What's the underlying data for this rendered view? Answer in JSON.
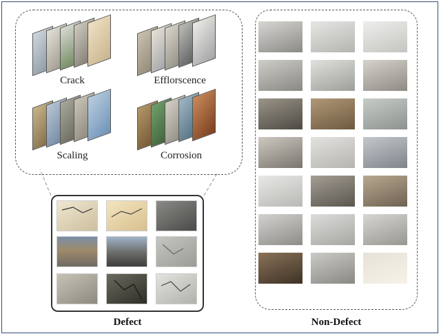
{
  "categories": {
    "crack": "Crack",
    "efflorscence": "Efflorscence",
    "scaling": "Scaling",
    "corrosion": "Corrosion"
  },
  "labels": {
    "defect": "Defect",
    "non_defect": "Non-Defect"
  },
  "colors": {
    "frame_border": "#2f4d73",
    "dashed_border": "#555555",
    "connector": "#b0b0b0"
  }
}
